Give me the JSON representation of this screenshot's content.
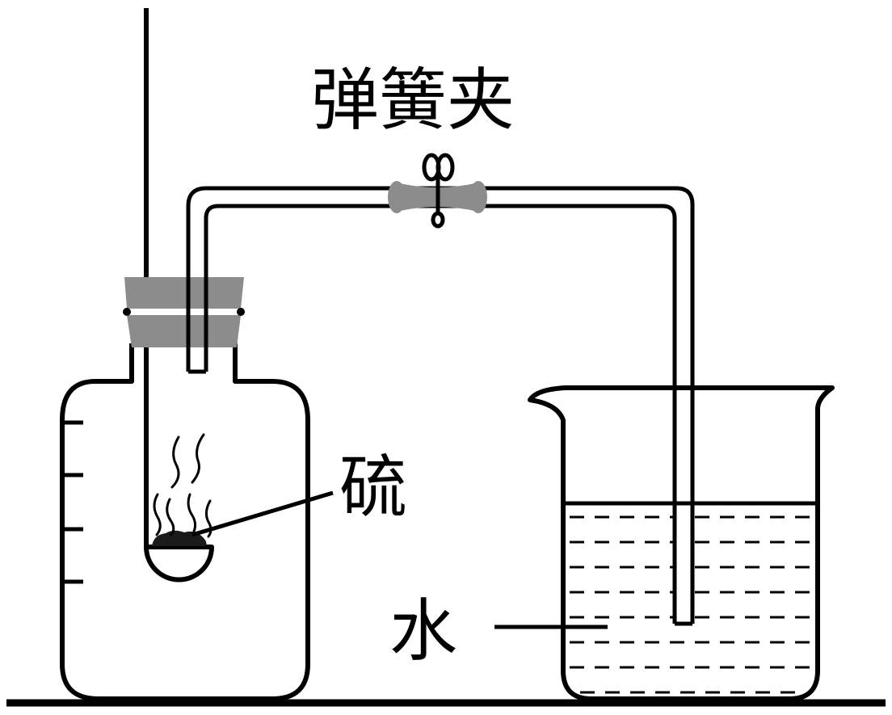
{
  "labels": {
    "clip": "弹簧夹",
    "sulfur": "硫",
    "water": "水"
  },
  "colors": {
    "outline": "#000000",
    "rubber": "#8c8c8c",
    "background": "#ffffff",
    "sulfur": "#1a1a1a"
  }
}
